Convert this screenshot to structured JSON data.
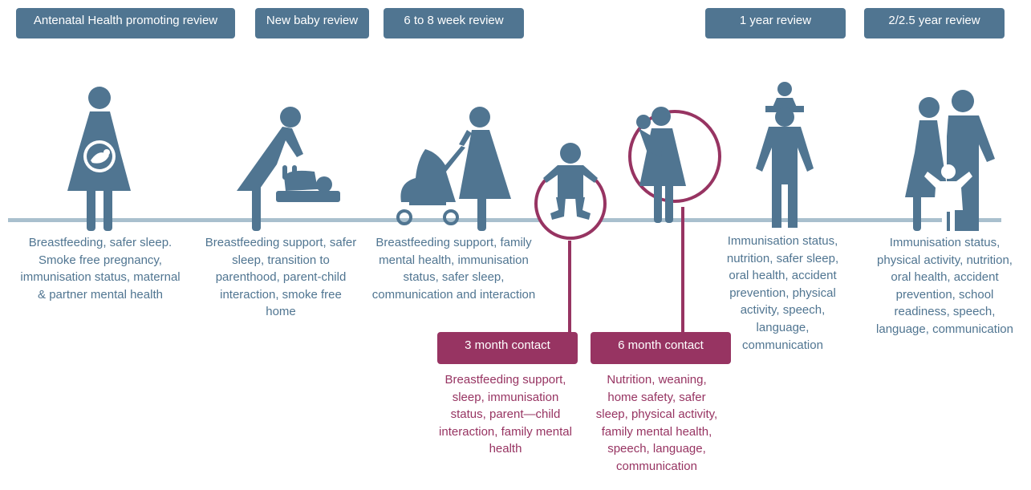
{
  "colors": {
    "primary": "#507591",
    "accent": "#973462",
    "timeline": "#a9c0ce"
  },
  "reviews": [
    {
      "label": "Antenatal Health promoting review",
      "icon": "pregnant-woman-icon",
      "desc": "Breastfeeding, safer sleep. Smoke free pregnancy, immunisation status, maternal & partner mental health"
    },
    {
      "label": "New baby review",
      "icon": "baby-changing-icon",
      "desc": "Breastfeeding support, safer sleep, transition to parenthood, parent-child interaction, smoke free home"
    },
    {
      "label": "6 to 8 week review",
      "icon": "parent-with-pram-icon",
      "desc": "Breastfeeding support, family mental health, immunisation status, safer sleep, communication and interaction"
    },
    {
      "label": "1 year review",
      "icon": "child-on-shoulders-icon",
      "desc": "Immunisation status, nutrition, safer sleep, oral health, accident prevention, physical activity, speech, language, communication"
    },
    {
      "label": "2/2.5 year review",
      "icon": "family-icon",
      "desc": "Immunisation status, physical activity, nutrition, oral health, accident prevention, school readiness, speech, language, communication"
    }
  ],
  "contacts": [
    {
      "label": "3 month contact",
      "icon": "sitting-baby-icon",
      "desc": "Breastfeeding support, sleep, immunisation status, parent—child interaction, family mental health"
    },
    {
      "label": "6 month contact",
      "icon": "parent-holding-baby-icon",
      "desc": "Nutrition, weaning, home safety, safer sleep, physical activity, family mental health, speech, language, communication"
    }
  ]
}
